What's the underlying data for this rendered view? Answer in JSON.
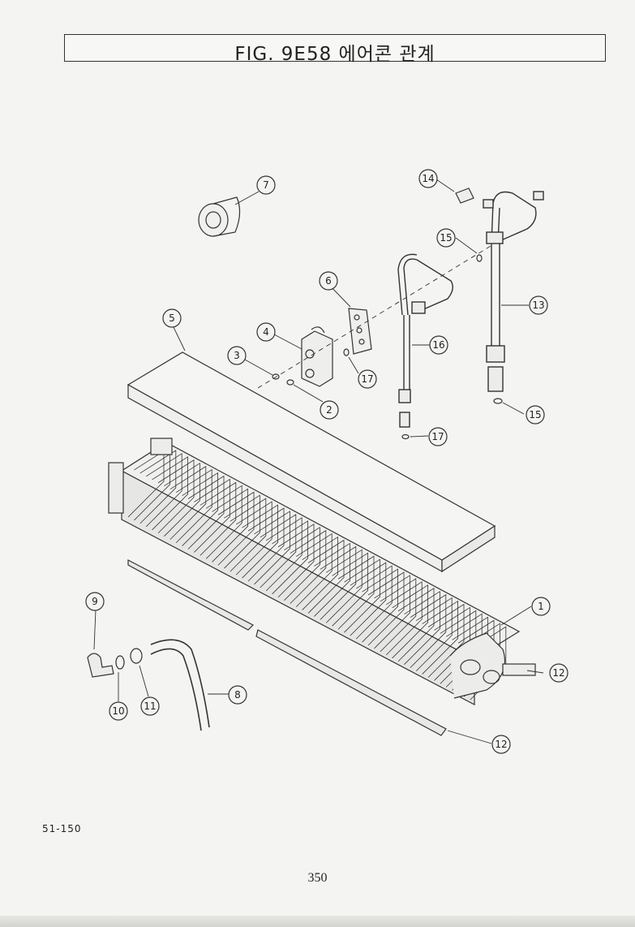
{
  "title": "FIG. 9E58 에어콘 관계",
  "figure_code": "51-150",
  "page_number": "350",
  "callouts": [
    {
      "part": "evaporator-core",
      "number": "1"
    },
    {
      "part": "o-ring",
      "number": "2"
    },
    {
      "part": "o-ring",
      "number": "3"
    },
    {
      "part": "expansion-valve",
      "number": "4"
    },
    {
      "part": "insulation-pad",
      "number": "5"
    },
    {
      "part": "valve-bracket",
      "number": "6"
    },
    {
      "part": "insulation-tape",
      "number": "7"
    },
    {
      "part": "drain-hose",
      "number": "8"
    },
    {
      "part": "drain-elbow",
      "number": "9"
    },
    {
      "part": "washer",
      "number": "10"
    },
    {
      "part": "nut",
      "number": "11"
    },
    {
      "part": "seal-strip",
      "number": "12"
    },
    {
      "part": "seal-strip",
      "number": "12"
    },
    {
      "part": "pipe",
      "number": "13"
    },
    {
      "part": "cap",
      "number": "14"
    },
    {
      "part": "o-ring",
      "number": "15"
    },
    {
      "part": "o-ring",
      "number": "15"
    },
    {
      "part": "pipe",
      "number": "16"
    },
    {
      "part": "o-ring",
      "number": "17"
    },
    {
      "part": "o-ring",
      "number": "17"
    }
  ]
}
